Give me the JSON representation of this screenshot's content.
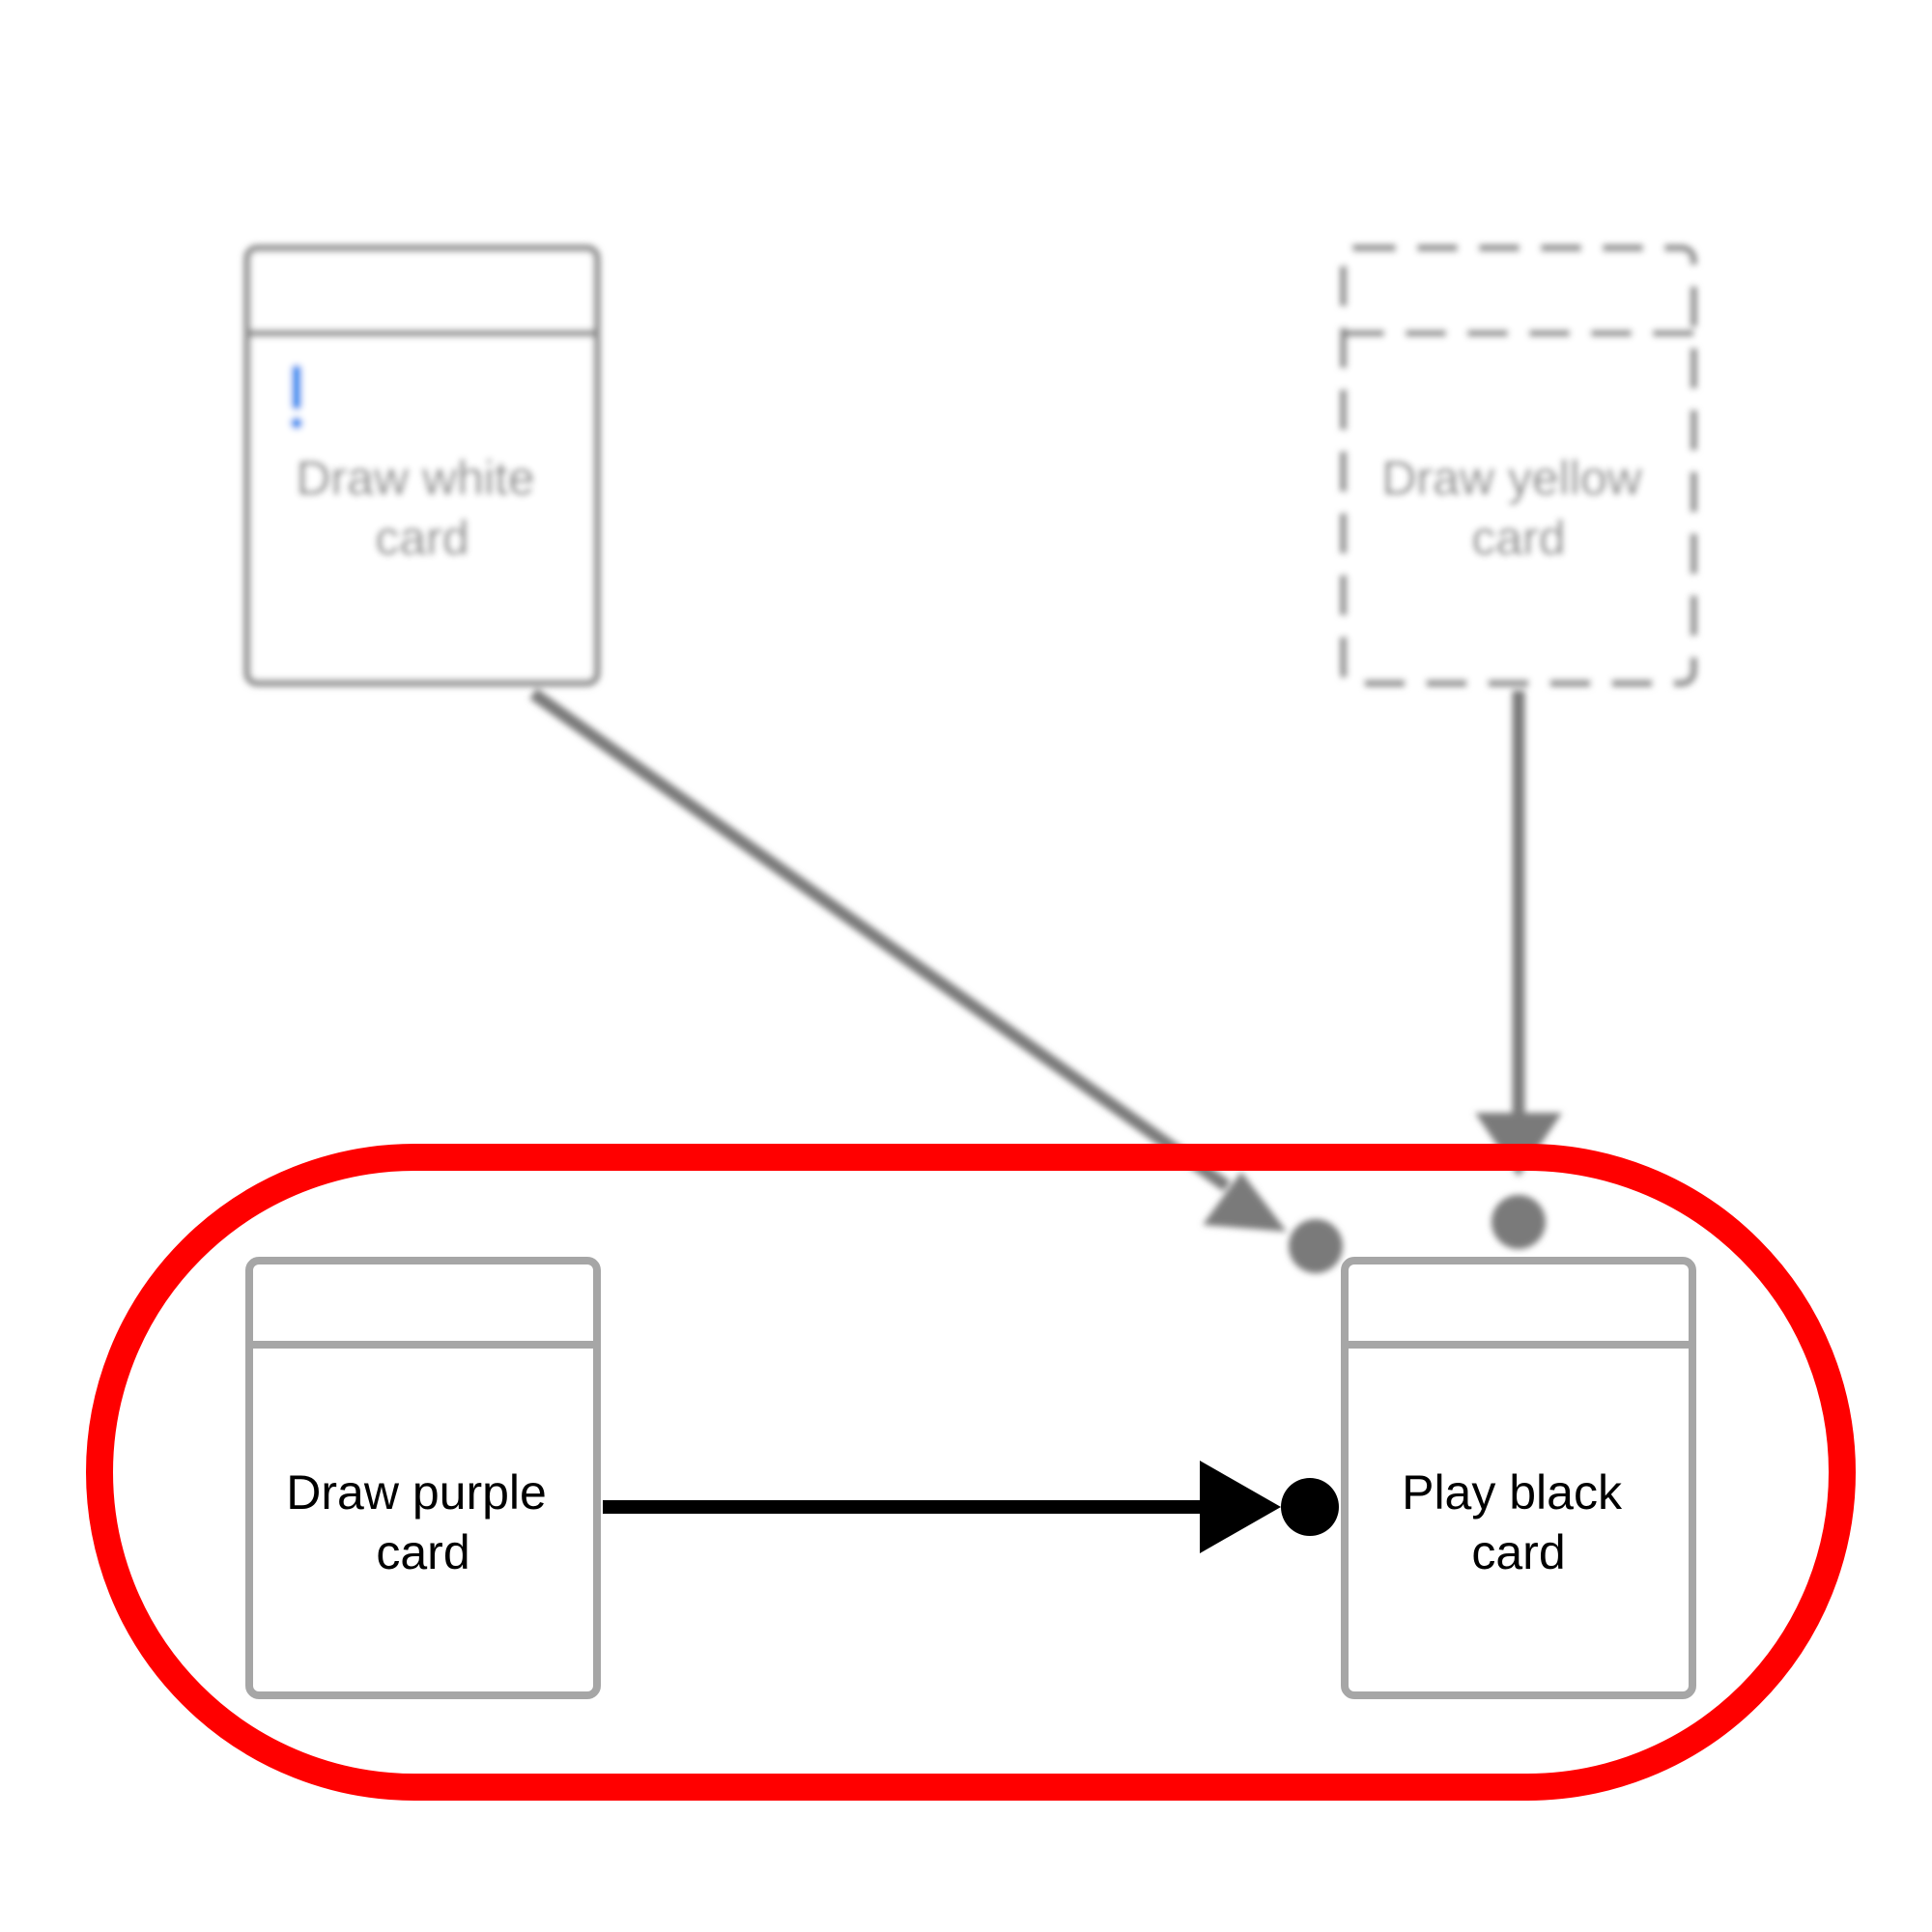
{
  "diagram": {
    "cards": {
      "white": {
        "line1": "Draw white",
        "line2": "card"
      },
      "yellow": {
        "line1": "Draw yellow",
        "line2": "card"
      },
      "purple": {
        "line1": "Draw purple",
        "line2": "card"
      },
      "black": {
        "line1": "Play black",
        "line2": "card"
      }
    },
    "alert_glyph": "!",
    "colors": {
      "highlight_ring": "#ff0000",
      "card_border": "#a6a6a6",
      "blurred_stroke": "#7a7a7a",
      "alert": "#2b8ef0",
      "connector": "#000000"
    }
  }
}
